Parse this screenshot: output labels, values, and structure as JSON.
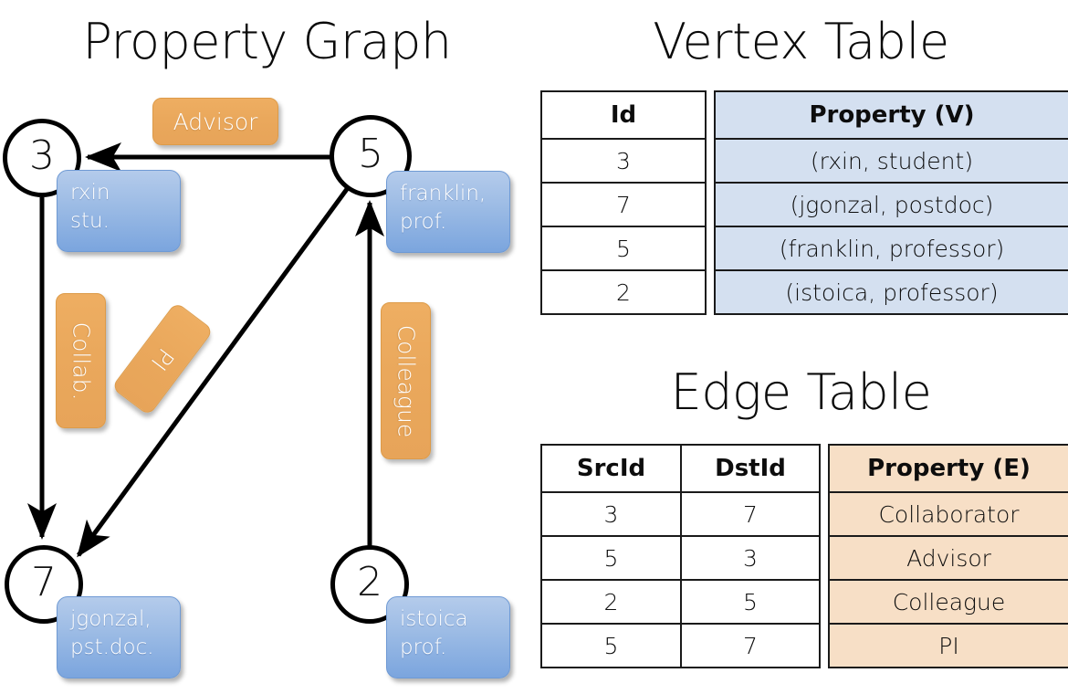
{
  "sections": {
    "graph_title": "Property Graph",
    "vertex_table_title": "Vertex Table",
    "edge_table_title": "Edge Table"
  },
  "graph": {
    "vertices": [
      {
        "id": "3",
        "property_line1": "rxin",
        "property_line2": "stu."
      },
      {
        "id": "5",
        "property_line1": "franklin,",
        "property_line2": "prof."
      },
      {
        "id": "7",
        "property_line1": "jgonzal,",
        "property_line2": "pst.doc."
      },
      {
        "id": "2",
        "property_line1": "istoica",
        "property_line2": "prof."
      }
    ],
    "edge_labels": [
      {
        "label": "Advisor",
        "src": "5",
        "dst": "3"
      },
      {
        "label": "Collab.",
        "src": "3",
        "dst": "7"
      },
      {
        "label": "PI",
        "src": "5",
        "dst": "7"
      },
      {
        "label": "Colleague",
        "src": "2",
        "dst": "5"
      }
    ]
  },
  "vertex_table": {
    "headers": [
      "Id",
      "Property (V)"
    ],
    "rows": [
      {
        "id": "3",
        "property": "(rxin, student)"
      },
      {
        "id": "7",
        "property": "(jgonzal, postdoc)"
      },
      {
        "id": "5",
        "property": "(franklin, professor)"
      },
      {
        "id": "2",
        "property": "(istoica, professor)"
      }
    ]
  },
  "edge_table": {
    "headers": [
      "SrcId",
      "DstId",
      "Property (E)"
    ],
    "rows": [
      {
        "src": "3",
        "dst": "7",
        "property": "Collaborator"
      },
      {
        "src": "5",
        "dst": "3",
        "property": "Advisor"
      },
      {
        "src": "2",
        "dst": "5",
        "property": "Colleague"
      },
      {
        "src": "5",
        "dst": "7",
        "property": "PI"
      }
    ]
  },
  "colors": {
    "vertex_property_fill": "#9dbce5",
    "edge_label_fill": "#eaa85c",
    "vertex_table_property_fill": "#d4e0f0",
    "edge_table_property_fill": "#f7dfc6",
    "stroke": "#000000",
    "background": "#ffffff"
  }
}
